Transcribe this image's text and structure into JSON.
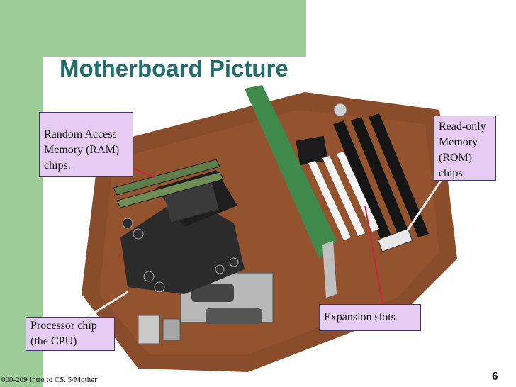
{
  "slide": {
    "title": "Motherboard Picture",
    "labels": {
      "ram": [
        "Random Access",
        "Memory (RAM)",
        "chips."
      ],
      "rom": [
        "Read-only",
        "Memory",
        "(ROM)",
        "chips"
      ],
      "cpu": [
        "Processor chip",
        "(the CPU)"
      ],
      "expansion": [
        "Expansion slots"
      ]
    },
    "footer": "000-209 Intro to CS. 5/Mother",
    "page_number": "6"
  },
  "colors": {
    "accent_green": "#9dcc98",
    "title_teal": "#1f6f6f",
    "label_fill": "#e6ccf2",
    "pointer_line": "#cc2244"
  }
}
